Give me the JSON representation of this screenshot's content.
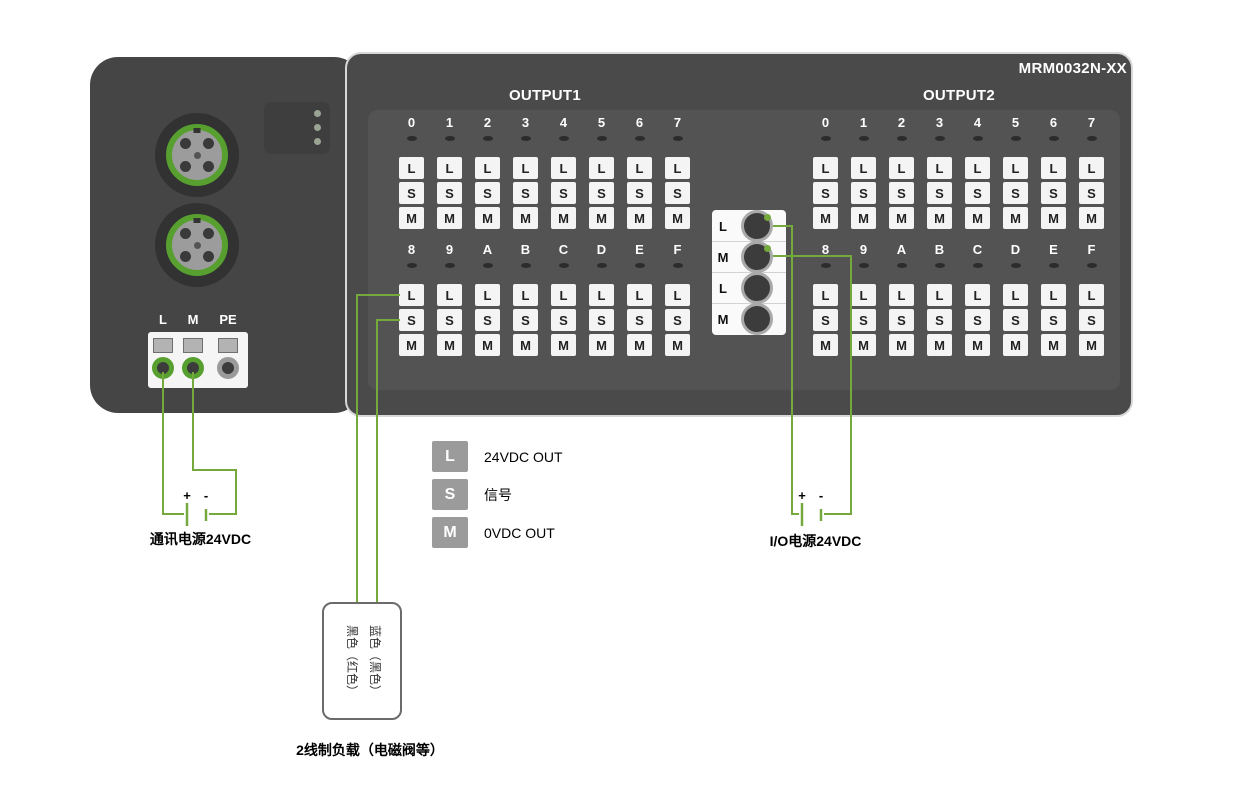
{
  "device": {
    "model": "MRM0032N-XX",
    "terminal_letters": [
      "L",
      "S",
      "M"
    ],
    "banks": [
      {
        "label": "OUTPUT1",
        "rows": [
          [
            "0",
            "1",
            "2",
            "3",
            "4",
            "5",
            "6",
            "7"
          ],
          [
            "8",
            "9",
            "A",
            "B",
            "C",
            "D",
            "E",
            "F"
          ]
        ]
      },
      {
        "label": "OUTPUT2",
        "rows": [
          [
            "0",
            "1",
            "2",
            "3",
            "4",
            "5",
            "6",
            "7"
          ],
          [
            "8",
            "9",
            "A",
            "B",
            "C",
            "D",
            "E",
            "F"
          ]
        ]
      }
    ],
    "comm_terminal_block": {
      "labels": [
        "L",
        "M",
        "PE"
      ]
    },
    "io_terminal_block": {
      "labels": [
        "L",
        "M",
        "L",
        "M"
      ]
    }
  },
  "legend": [
    {
      "key": "L",
      "text": "24VDC OUT"
    },
    {
      "key": "S",
      "text": "信号"
    },
    {
      "key": "M",
      "text": "0VDC OUT"
    }
  ],
  "annotations": {
    "comm_power": {
      "plus": "+",
      "minus": "-",
      "label": "通讯电源24VDC"
    },
    "io_power": {
      "plus": "+",
      "minus": "-",
      "label": "I/O电源24VDC"
    },
    "load": {
      "wire_top": "黑色（红色）",
      "wire_bottom": "蓝色（黑色）",
      "label": "2线制负载（电磁阀等）"
    }
  },
  "colors": {
    "wire_green": "#75a93e",
    "connector_ring_green": "#57a02f",
    "panel_gray": "#4a4a4a",
    "terminal_box_bg": "#f4f4f4",
    "legend_box_gray": "#9b9b9b"
  }
}
